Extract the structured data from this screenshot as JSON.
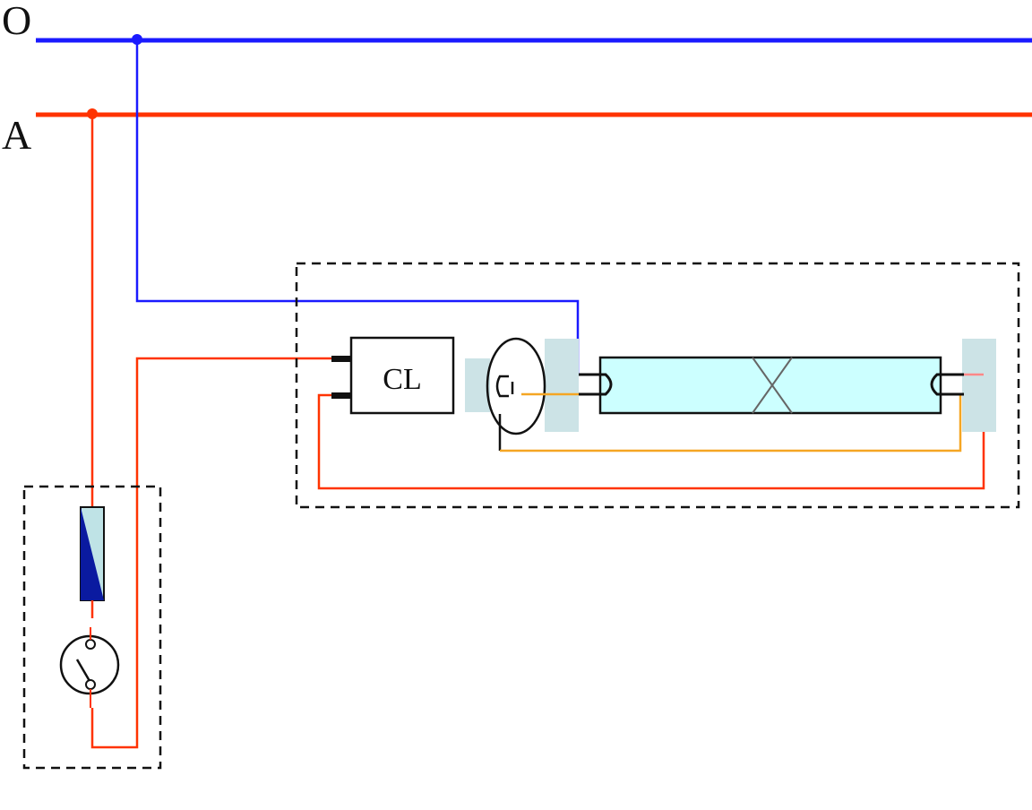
{
  "labels": {
    "neutral_line": "O",
    "phase_line": "A",
    "ballast": "CL"
  },
  "colors": {
    "neutral": "#1a1aff",
    "phase": "#ff3300",
    "starter_wire": "#f5a623",
    "tube_fill": "#ccffff",
    "socket_fill": "#cce3e6",
    "fuse_fill": "#0a1aa0",
    "fuse_light": "#bfe3e6",
    "outline": "#111111",
    "pink_wire": "#ff8888"
  }
}
